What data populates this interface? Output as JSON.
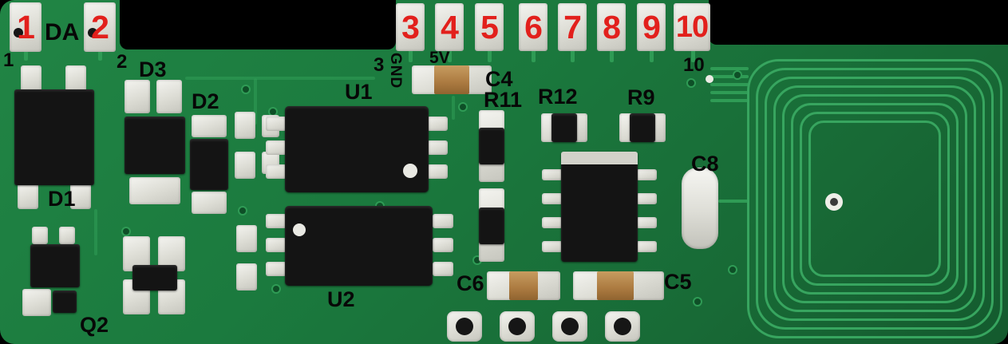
{
  "pins": [
    "1",
    "2",
    "3",
    "4",
    "5",
    "6",
    "7",
    "8",
    "9",
    "10"
  ],
  "silk": {
    "da": "DA",
    "p1": "1",
    "p2": "2",
    "p3": "3",
    "p10": "10",
    "gnd": "GND",
    "v5": "5V",
    "d1": "D1",
    "d2": "D2",
    "d3": "D3",
    "u1": "U1",
    "u2": "U2",
    "q2": "Q2",
    "c4": "C4",
    "c5": "C5",
    "c6": "C6",
    "c8": "C8",
    "r9": "R9",
    "r11": "R11",
    "r12": "R12"
  },
  "colors": {
    "background": "#000000",
    "board_green": "#1b7a3e",
    "trace_green": "#2f9b55",
    "pad_silver": "#e6e6e0",
    "component_black": "#141414",
    "capacitor_tan": "#ab7a40",
    "pin_number_red": "#e2201c",
    "silkscreen_black": "#070707"
  }
}
